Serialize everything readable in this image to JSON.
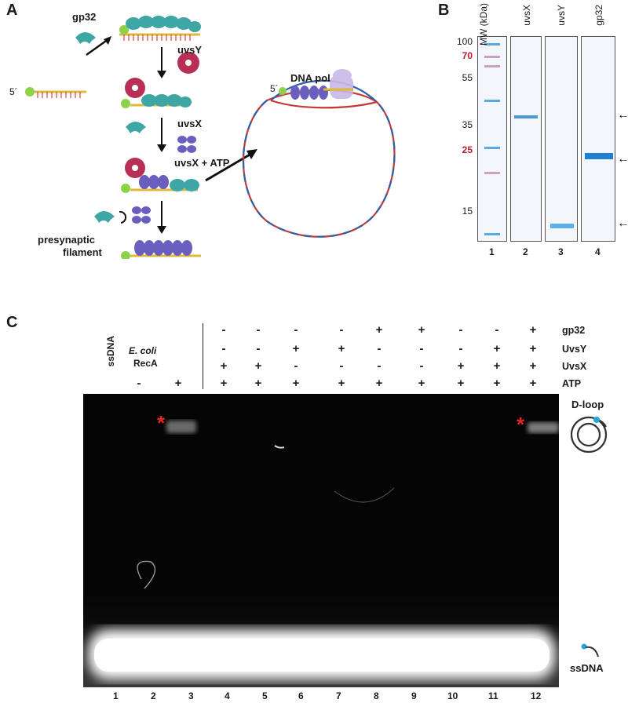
{
  "panels": {
    "A": {
      "letter": "A",
      "labels": {
        "gp32": "gp32",
        "uvsY": "uvsY",
        "uvsX": "uvsX",
        "uvsX_atp": "uvsX + ATP",
        "presynaptic": "presynaptic",
        "filament": "filament",
        "dna_pol": "DNA pol",
        "five_prime_1": "5´",
        "five_prime_2": "5´"
      }
    },
    "B": {
      "letter": "B",
      "mw_header": "MW\n(kDa)",
      "lanes": [
        "MW (kDa)",
        "uvsX",
        "uvsY",
        "gp32"
      ],
      "markers": [
        {
          "label": "100",
          "color": "#1a1a1a"
        },
        {
          "label": "70",
          "color": "#b02030"
        },
        {
          "label": "55",
          "color": "#1a1a1a"
        },
        {
          "label": "35",
          "color": "#1a1a1a"
        },
        {
          "label": "25",
          "color": "#b02030"
        },
        {
          "label": "15",
          "color": "#1a1a1a"
        }
      ],
      "lane_numbers": [
        "1",
        "2",
        "3",
        "4"
      ],
      "arrows": [
        "←",
        "←",
        "←"
      ]
    },
    "C": {
      "letter": "C",
      "ssdna_header": "ssDNA",
      "recA_header_1": "E. coli",
      "recA_header_2": "RecA",
      "recA_signs": [
        "-",
        "+"
      ],
      "rows": [
        {
          "name": "gp32",
          "signs": [
            "-",
            "-",
            "-",
            "-",
            "+",
            "+",
            "-",
            "-",
            "+"
          ]
        },
        {
          "name": "UvsY",
          "signs": [
            "-",
            "-",
            "+",
            "+",
            "-",
            "-",
            "-",
            "+",
            "+"
          ]
        },
        {
          "name": "UvsX",
          "signs": [
            "+",
            "+",
            "-",
            "-",
            "-",
            "-",
            "+",
            "+",
            "+"
          ]
        },
        {
          "name": "ATP",
          "signs": [
            "+",
            "+",
            "+",
            "+",
            "+",
            "+",
            "+",
            "+",
            "+"
          ]
        }
      ],
      "lane_numbers": [
        "1",
        "2",
        "3",
        "4",
        "5",
        "6",
        "7",
        "8",
        "9",
        "10",
        "11",
        "12"
      ],
      "dloop_label": "D-loop",
      "ssdna_label": "ssDNA",
      "asterisk": "*"
    }
  }
}
